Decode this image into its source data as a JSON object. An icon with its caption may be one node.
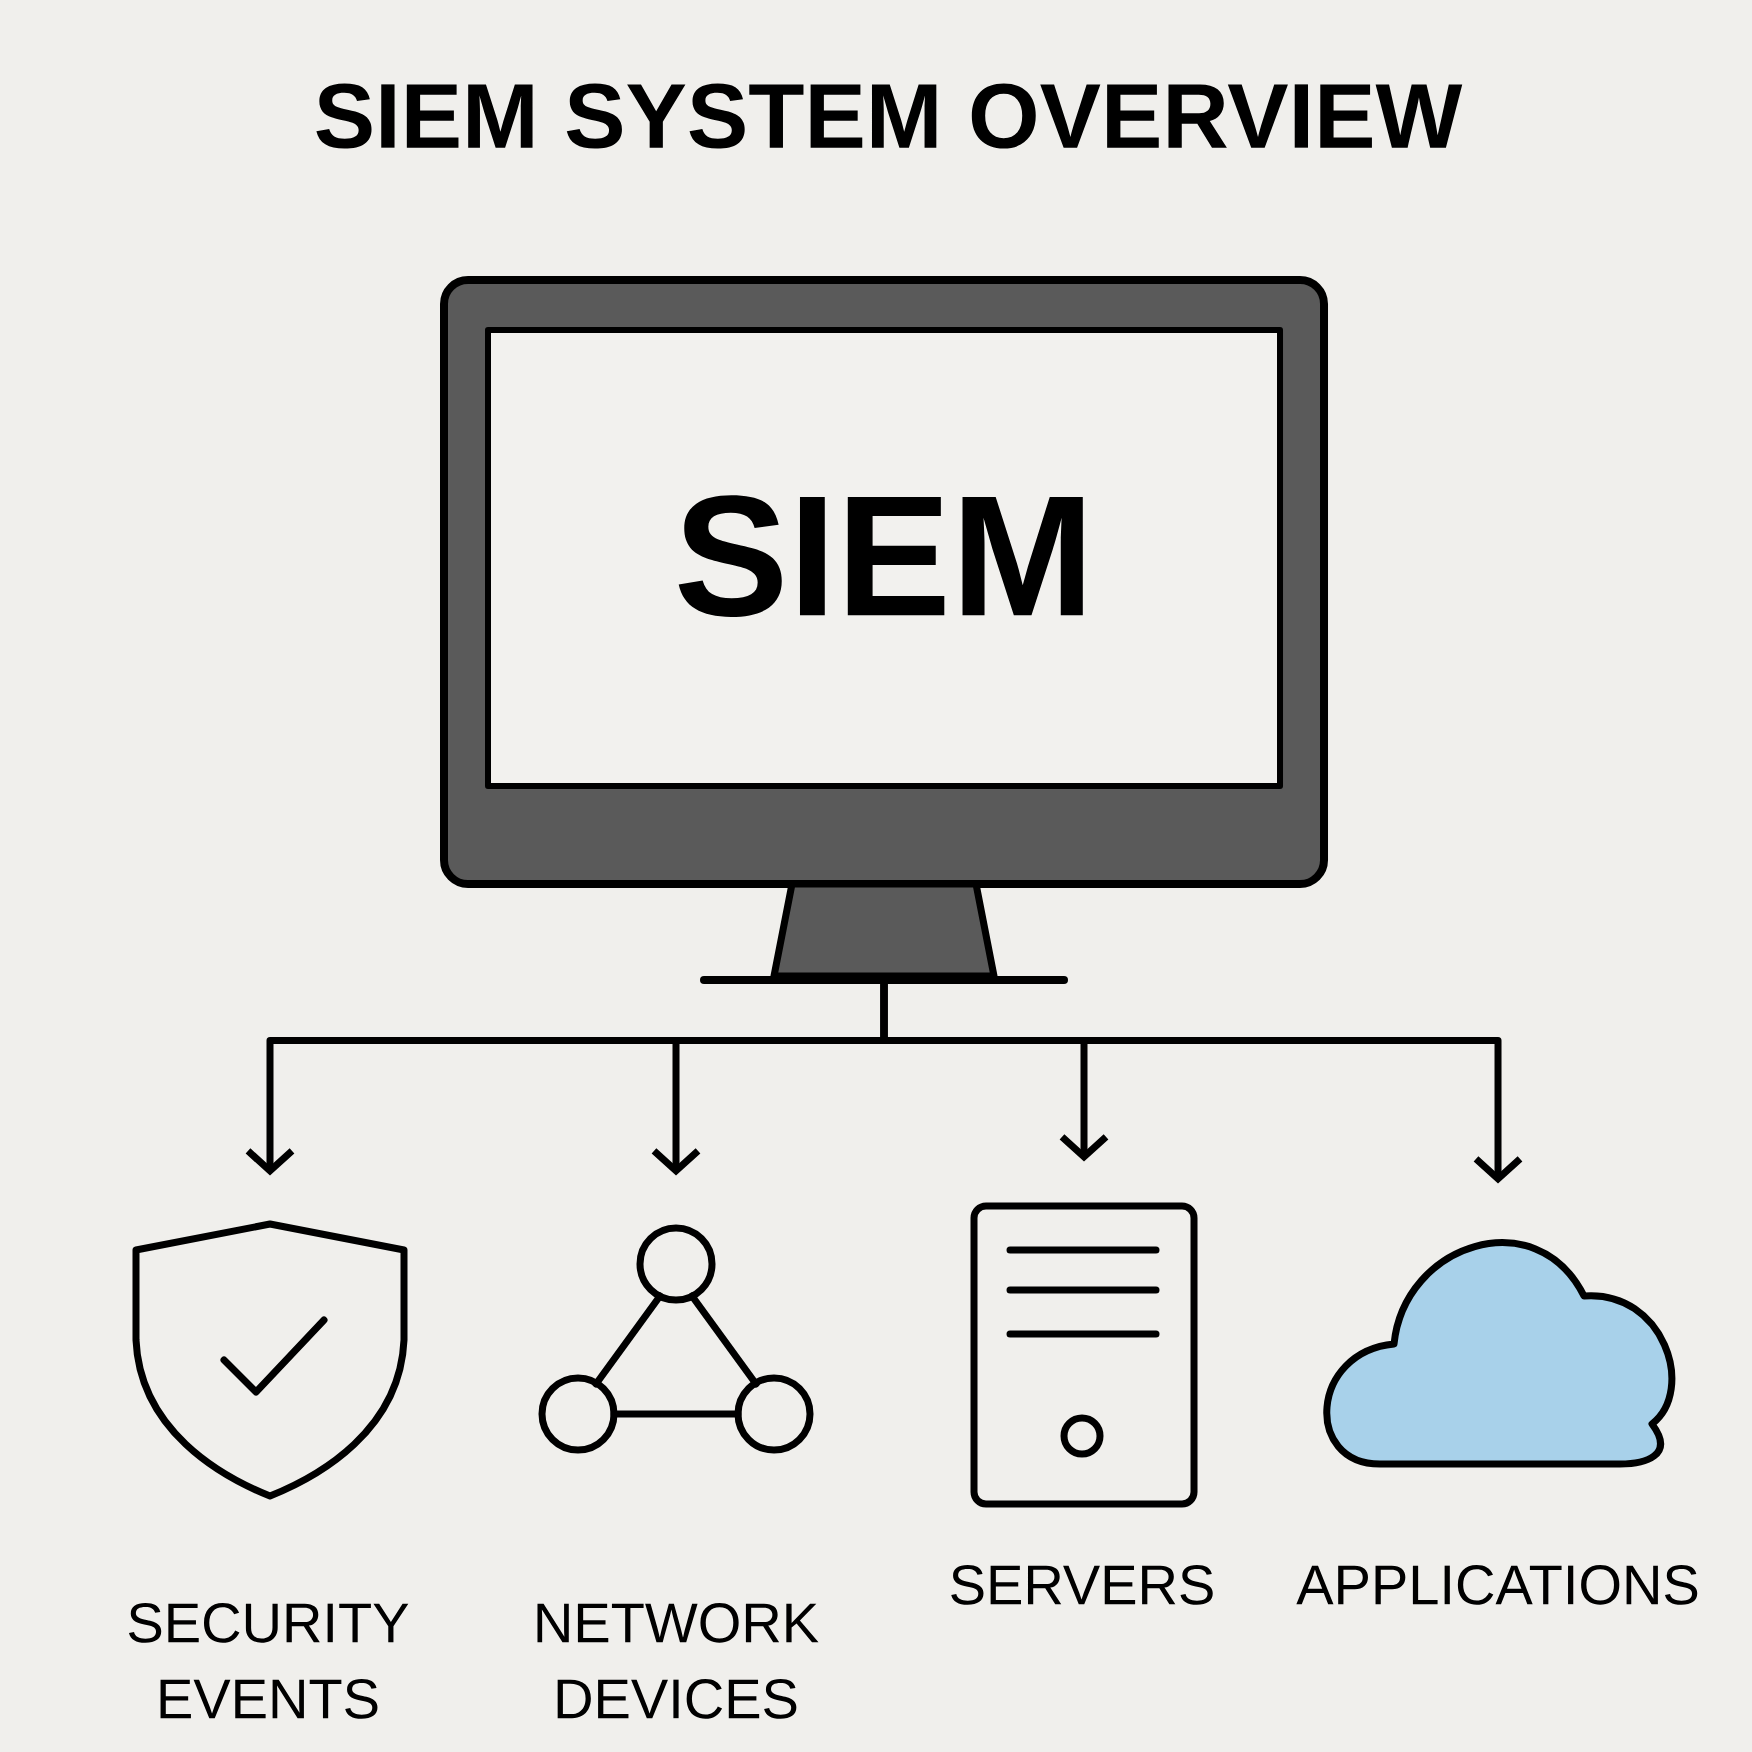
{
  "diagram": {
    "title": "SIEM SYSTEM OVERVIEW",
    "nodes": [
      {
        "text": [
          "SIEM"
        ]
      },
      {
        "text": [
          "SECURITY EVENTS"
        ]
      },
      {
        "text": [
          "NETWORK DEVICES"
        ]
      },
      {
        "text": [
          "SERVERS"
        ]
      },
      {
        "text": [
          "APPLICATIONS"
        ]
      }
    ],
    "edges": [
      {
        "from": 0,
        "to": 1,
        "arrow": "to"
      },
      {
        "from": 0,
        "to": 2,
        "arrow": "to"
      },
      {
        "from": 0,
        "to": 3,
        "arrow": "to"
      },
      {
        "from": 0,
        "to": 4,
        "arrow": "to"
      }
    ]
  }
}
